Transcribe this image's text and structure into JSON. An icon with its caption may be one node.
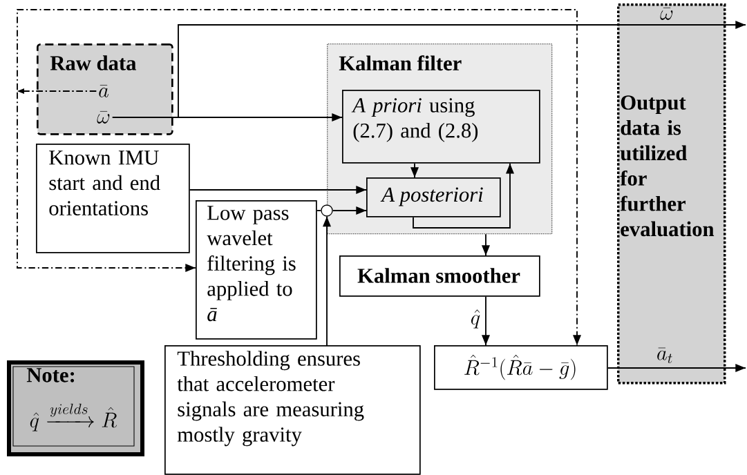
{
  "diagram": {
    "nodes": [
      {
        "text": [
          "Raw data"
        ]
      },
      {
        "text": [
          "\\bar{a}"
        ],
        "in": 0
      },
      {
        "text": [
          "\\bar{\\omega}"
        ],
        "in": 0
      },
      {
        "text": [
          "Kalman filter"
        ]
      },
      {
        "text": [
          "*A priori* using (2.7) and (2.8)"
        ],
        "in": 3
      },
      {
        "text": [
          "A posteriori"
        ],
        "in": 3
      },
      {
        "text": [
          "Kalman smoother"
        ]
      },
      {
        "text": [
          "Known IMU start and end orientations"
        ]
      },
      {
        "text": [
          "Low pass wavelet filtering is applied to *ā*"
        ]
      },
      {
        "text": [],
        "shape": "circle"
      },
      {
        "text": [
          "Thresholding ensures that accelerometer signals are measuring mostly gravity"
        ]
      },
      {
        "text": [
          "\\hat{R}^{-1}(\\hat{R}\\bar{a}-\\bar{g})"
        ]
      },
      {
        "text": [
          "Output data is utilized for further evaluation"
        ]
      },
      {
        "text": [
          "Note:",
          "\\hat{q}\\xrightarrow{yields}\\hat{R}"
        ]
      }
    ],
    "edges": [
      {
        "from": 1,
        "to": 11,
        "arrow": "to",
        "style": "dashed"
      },
      {
        "from": 1,
        "to": 8,
        "arrow": "to",
        "style": "dashed"
      },
      {
        "from": 2,
        "to": 4,
        "arrow": "to"
      },
      {
        "from": 2,
        "to": null,
        "arrow": "to",
        "label": "\\bar{\\omega}"
      },
      {
        "from": 7,
        "to": 5,
        "arrow": "to"
      },
      {
        "from": 8,
        "to": 9,
        "arrow": "none"
      },
      {
        "from": 10,
        "to": 9,
        "arrow": "to"
      },
      {
        "from": 9,
        "to": 5,
        "arrow": "to"
      },
      {
        "from": 4,
        "to": 5,
        "arrow": "to"
      },
      {
        "from": 5,
        "to": 4,
        "arrow": "to"
      },
      {
        "from": 3,
        "to": 6,
        "arrow": "to"
      },
      {
        "from": 6,
        "to": 11,
        "arrow": "to",
        "label": "\\hat{q}"
      },
      {
        "from": 11,
        "to": null,
        "arrow": "to",
        "label": "\\bar{a}_t"
      }
    ]
  }
}
